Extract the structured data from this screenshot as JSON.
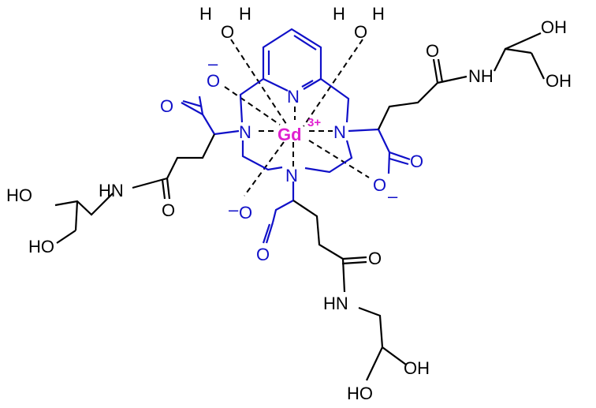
{
  "diagram": {
    "type": "chemical-structure",
    "metal_center": {
      "symbol": "Gd",
      "charge": "3+",
      "color": "#e020d0"
    },
    "colors": {
      "ligand_core": "#1010c8",
      "side_chains": "#000000",
      "coordination_bonds": "#000000"
    },
    "water_ligands": [
      {
        "h1": "H",
        "o": "O",
        "h2": "H"
      },
      {
        "h1": "H",
        "o": "O",
        "h2": "H"
      }
    ],
    "core_atoms": {
      "pyridine_n": "N",
      "n_left": "N",
      "n_right": "N",
      "n_bottom": "N",
      "carboxylate_o": "O",
      "carbonyl_o": "O",
      "minus": "–"
    },
    "side_chain": {
      "nh": "NH",
      "hn": "HN",
      "carbonyl_o": "O",
      "oh": "OH",
      "ho": "HO"
    }
  }
}
